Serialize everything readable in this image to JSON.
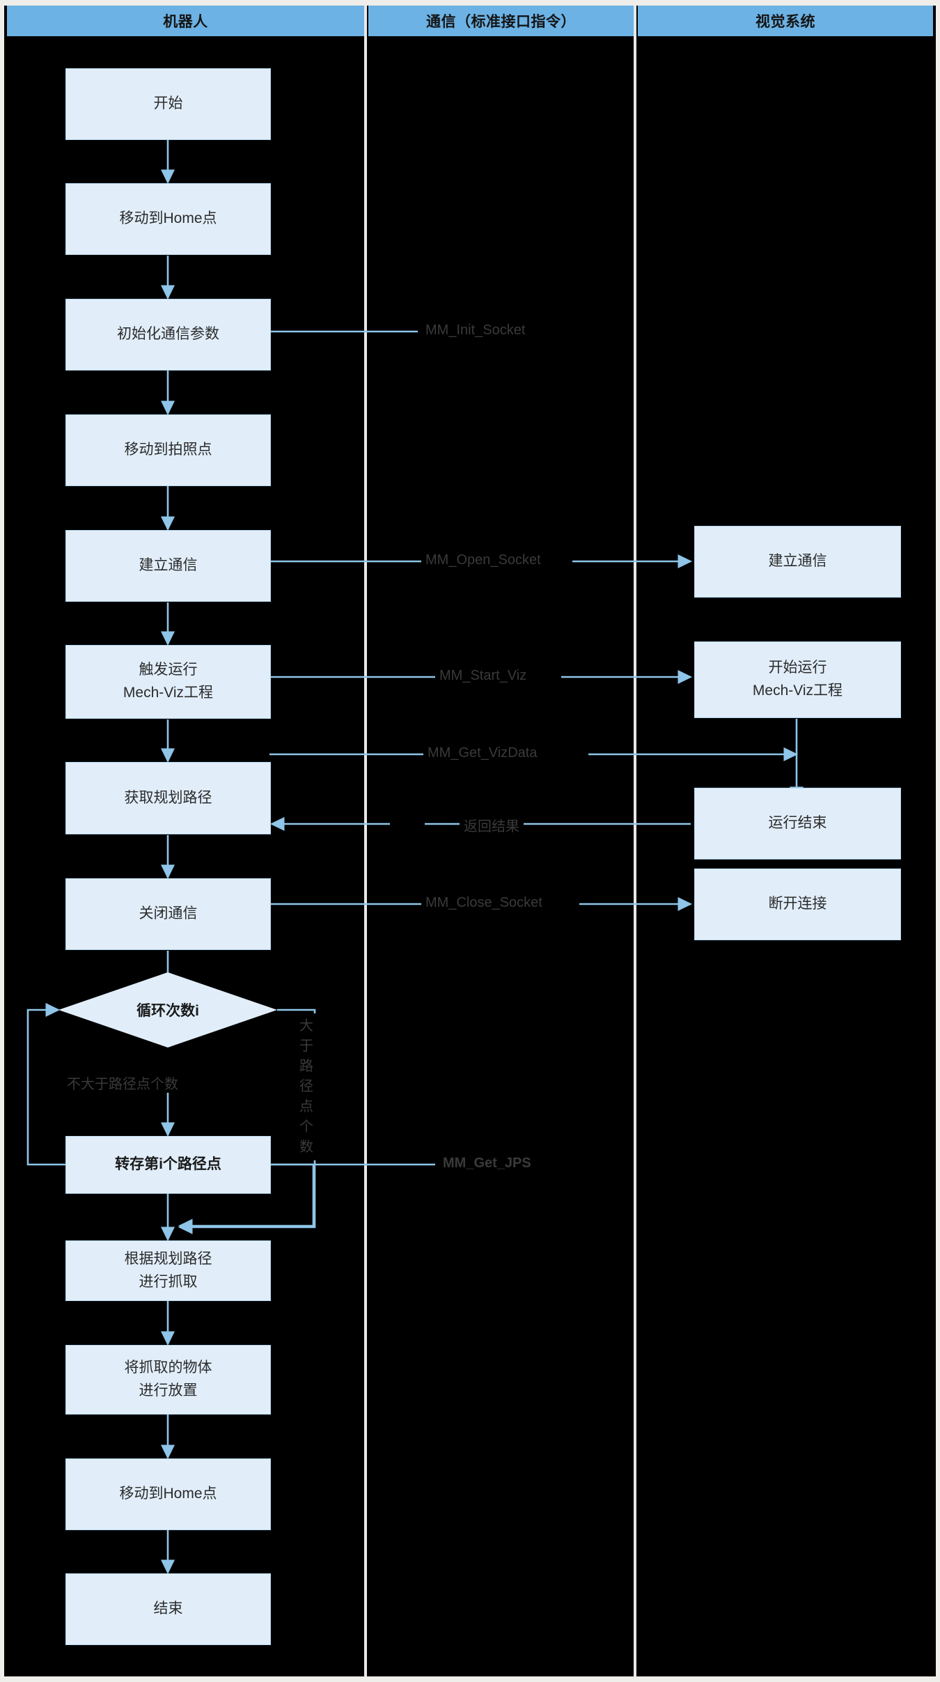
{
  "diagram": {
    "title": "Robot / Communication / Vision System flowchart",
    "colors": {
      "lane_header_bg": "#6cb2e4",
      "node_fill": "#e1eefa",
      "node_border": "#b6d6ef",
      "connector": "#8ec5e8",
      "canvas_bg": "#000000",
      "frame": "#efeeea"
    },
    "lanes": [
      {
        "id": "robot",
        "label": "机器人"
      },
      {
        "id": "comm",
        "label": "通信（标准接口指令）"
      },
      {
        "id": "vision",
        "label": "视觉系统"
      }
    ],
    "robot_nodes": [
      {
        "id": "start",
        "label": "开始",
        "bold": false
      },
      {
        "id": "home1",
        "label": "移动到Home点",
        "bold": false
      },
      {
        "id": "init",
        "label": "初始化通信参数",
        "bold": false
      },
      {
        "id": "photo",
        "label": "移动到拍照点",
        "bold": false
      },
      {
        "id": "open",
        "label": "建立通信",
        "bold": false
      },
      {
        "id": "trigger",
        "label": "触发运行",
        "label2": "Mech-Viz工程",
        "bold": false
      },
      {
        "id": "getpath",
        "label": "获取规划路径",
        "bold": false
      },
      {
        "id": "close",
        "label": "关闭通信",
        "bold": false
      },
      {
        "id": "store",
        "label": "转存第i个路径点",
        "bold": true
      },
      {
        "id": "pick",
        "label": "根据规划路径",
        "label2": "进行抓取",
        "bold": false
      },
      {
        "id": "place",
        "label": "将抓取的物体",
        "label2": "进行放置",
        "bold": false
      },
      {
        "id": "home2",
        "label": "移动到Home点",
        "bold": false
      },
      {
        "id": "end",
        "label": "结束",
        "bold": false
      }
    ],
    "robot_decision": {
      "id": "loop",
      "label": "循环次数i"
    },
    "vision_nodes": [
      {
        "id": "v_open",
        "label": "建立通信"
      },
      {
        "id": "v_start",
        "label": "开始运行",
        "label2": "Mech-Viz工程"
      },
      {
        "id": "v_done",
        "label": "运行结束"
      },
      {
        "id": "v_close",
        "label": "断开连接"
      }
    ],
    "comm_labels": [
      {
        "id": "c_init",
        "label": "MM_Init_Socket",
        "bold": false
      },
      {
        "id": "c_open",
        "label": "MM_Open_Socket",
        "bold": false
      },
      {
        "id": "c_start",
        "label": "MM_Start_Viz",
        "bold": false
      },
      {
        "id": "c_get",
        "label": "MM_Get_VizData",
        "bold": false
      },
      {
        "id": "c_ret",
        "label": "返回结果",
        "bold": false
      },
      {
        "id": "c_close",
        "label": "MM_Close_Socket",
        "bold": false
      },
      {
        "id": "c_jps",
        "label": "MM_Get_JPS",
        "bold": true
      }
    ],
    "branch_labels": [
      {
        "id": "b_no",
        "label": "不大于路径点个数"
      },
      {
        "id": "b_yes",
        "label": "大于路径点个数"
      }
    ]
  }
}
